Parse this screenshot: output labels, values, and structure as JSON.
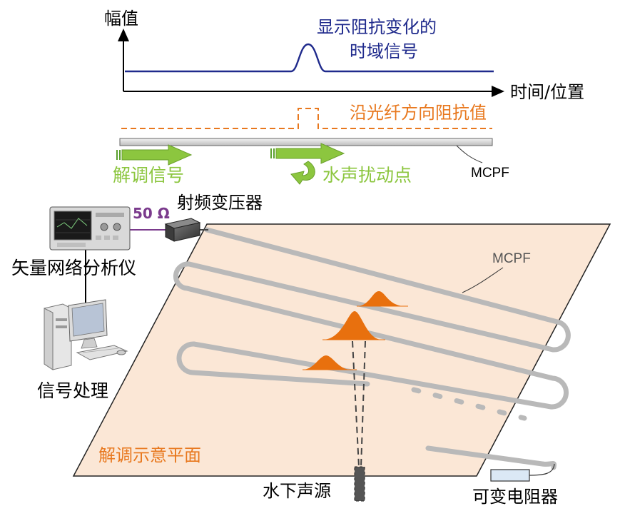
{
  "top": {
    "y_axis_label": "幅值",
    "x_axis_label": "时间/位置",
    "signal_label_line1": "显示阻抗变化的",
    "signal_label_line2": "时域信号",
    "impedance_label": "沿光纤方向阻抗值",
    "fiber_label": "MCPF",
    "demod_label": "解调信号",
    "disturb_label": "水声扰动点"
  },
  "bottom": {
    "impedance_value": "50 Ω",
    "transformer_label": "射频变压器",
    "analyzer_label": "矢量网络分析仪",
    "computer_label": "信号处理",
    "fiber_label": "MCPF",
    "plane_label": "解调示意平面",
    "source_label": "水下声源",
    "resistor_label": "可变电阻器"
  },
  "colors": {
    "signal": "#1f2a8c",
    "impedance": "#e8781e",
    "demod": "#8cc63f",
    "plane_fill": "#fbe7d6",
    "fiber": "#b9b9b9",
    "pulse": "#e8700e",
    "wire": "#7a3a8c"
  },
  "icons": {
    "analyzer": "vector-network-analyzer-icon",
    "computer": "desktop-computer-icon",
    "transformer": "rf-transformer-box-icon",
    "resistor": "variable-resistor-icon",
    "source": "underwater-sound-source-icon"
  }
}
